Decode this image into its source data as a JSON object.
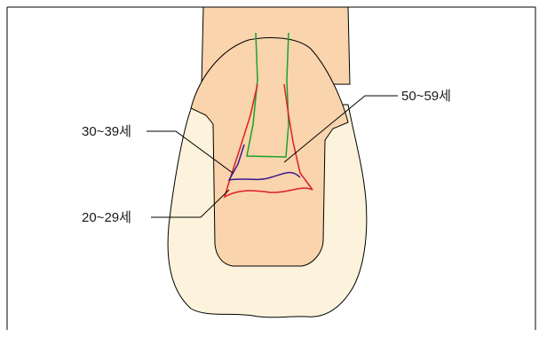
{
  "labels": {
    "age_50_59": "50~59세",
    "age_30_39": "30~39세",
    "age_20_29": "20~29세"
  },
  "colors": {
    "background": "#ffffff",
    "frame": "#000000",
    "root": "#f9d4ac",
    "crown": "#fdf3dc",
    "pulp": "#f9d4ac",
    "outline": "#000000",
    "line_50_59": "#1aa32e",
    "line_30_39": "#3a1a8f",
    "line_20_29": "#e01e24",
    "leader": "#000000"
  }
}
